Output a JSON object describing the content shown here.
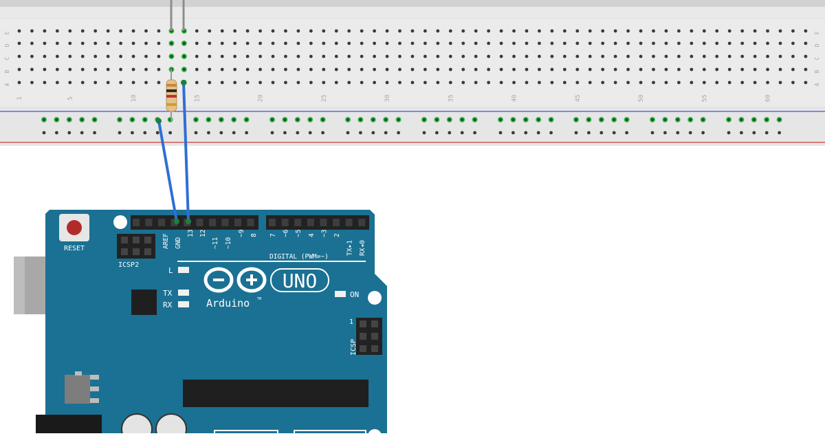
{
  "breadboard": {
    "row_labels": [
      "A",
      "B",
      "C",
      "D",
      "E"
    ],
    "column_numbers": [
      "1",
      "5",
      "10",
      "15",
      "20",
      "25",
      "30",
      "35",
      "40",
      "45",
      "50",
      "55",
      "60"
    ],
    "rail_colors": {
      "negative": "#3a57d6",
      "positive": "#d43a3a"
    }
  },
  "resistor": {
    "color_bands": [
      "#c08a3e",
      "#2b2b2b",
      "#b8352e",
      "#c9a227"
    ]
  },
  "wires": {
    "color": "#2f6fd6"
  },
  "arduino": {
    "model": "UNO",
    "brand": "Arduino",
    "trademark": "TM",
    "reset_label": "RESET",
    "icsp2_label": "ICSP2",
    "icsp_label": "ICSP",
    "icsp_pin1": "1",
    "digital_label": "DIGITAL (PWM=~)",
    "led_labels": {
      "l": "L",
      "tx": "TX",
      "rx": "RX",
      "on": "ON"
    },
    "header_left_pins": [
      "AREF",
      "GND",
      "13",
      "12",
      "~11",
      "~10",
      "~9",
      "8"
    ],
    "header_right_pins": [
      "7",
      "~6",
      "~5",
      "4",
      "~3",
      "2",
      "TX▸1",
      "RX◂0"
    ],
    "board_color": "#1a7193"
  }
}
